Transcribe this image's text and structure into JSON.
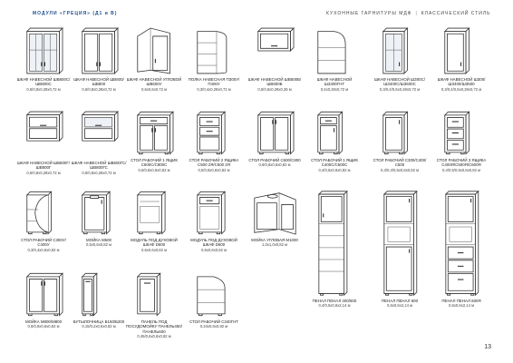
{
  "header": {
    "left_prefix": "МОДУЛИ",
    "left_name": "«ГРЕЦИЯ» (Д1 и В)",
    "right_title": "КУХОННЫЕ ГАРНИТУРЫ МДФ",
    "right_sep": "|",
    "right_style": "КЛАССИЧЕСКИЙ СТИЛЬ"
  },
  "page_number": "13",
  "items": [
    {
      "name": "ШКАФ НАВЕСНОЙ ШВ600С/ШВ800С",
      "dims": "0,6/0,8x0,28x0,72 м",
      "shape": "wall2glass"
    },
    {
      "name": "ШКАФ НАВЕСНОЙ ШВ600/ШВ800",
      "dims": "0,6/0,8x0,28x0,72 м",
      "shape": "wall2"
    },
    {
      "name": "ШКАФ НАВЕСНОЙ УГЛОВОЙ ШВ600У",
      "dims": "0,6x0,6x0,72 м",
      "shape": "wallcorner"
    },
    {
      "name": "ПОЛКА НАВЕСНАЯ ПЗ00У/П400У",
      "dims": "0,3/0,4x0,28x0,72 м",
      "shape": "shelf"
    },
    {
      "name": "ШКАФ НАВЕСНОЙ ШВ500Б/ШВ600Б",
      "dims": "0,5/0,6x0,28x0,36 м",
      "shape": "wallhorizontal"
    },
    {
      "name": "ШКАФ НАВЕСНОЙ ШЗ400ГНТ",
      "dims": "0,4x0,28x0,72 м",
      "shape": "wallround"
    },
    {
      "name": "ШКАФ НАВЕСНОЙ ШЗ00С/ШЗ400С/ШЗ600С",
      "dims": "0,3/0,4/0,6x0,28x0,72 м",
      "shape": "wall1glass"
    },
    {
      "name": "ШКАФ НАВЕСНОЙ ШЗ00/ШЗ400/ШЗ500",
      "dims": "0,3/0,4/0,5x0,28x0,72 м",
      "shape": "wall1"
    },
    {
      "name": "ШКАФ НАВЕСНОЙ ШВ600Г/ШВ800Г",
      "dims": "0,6/0,8x0,28x0,72 м",
      "shape": "wallfold"
    },
    {
      "name": "ШКАФ НАВЕСНОЙ ШВ600ГС/ШВ800ГС",
      "dims": "0,6/0,8x0,28x0,72 м",
      "shape": "wallfoldglass"
    },
    {
      "name": "СТОЛ РАБОЧИЙ 1 ЯЩИК С600С/С800С",
      "dims": "0,6/0,8x0,6x0,82 м",
      "shape": "base2drawer"
    },
    {
      "name": "СТОЛ РАБОЧИЙ 2 ЯЩИКА С500 2Я/С600 2Я",
      "dims": "0,5/0,6x0,6x0,82 м",
      "shape": "base2box"
    },
    {
      "name": "СТОЛ РАБОЧИЙ С600/С800",
      "dims": "0,6/0,8x0,6x0,82 м",
      "shape": "base2door"
    },
    {
      "name": "СТОЛ РАБОЧИЙ 1 ЯЩИК С400С/С500С",
      "dims": "0,4/0,5x0,6x0,82 м",
      "shape": "base1drawer"
    },
    {
      "name": "СТОЛ РАБОЧИЙ С300/С400/С500",
      "dims": "0,3/0,4/0,5x0,6x0,82 м",
      "shape": "base1door"
    },
    {
      "name": "СТОЛ РАБОЧИЙ 3 ЯЩИКА С400Я/С500Я/С600Я",
      "dims": "0,4/0,5/0,6x0,6x0,82 м",
      "shape": "base3drawer"
    },
    {
      "name": "СТОЛ РАБОЧИЙ С300У/С400У",
      "dims": "0,3/0,4x0,6x0,82 м",
      "shape": "baseopen"
    },
    {
      "name": "МОЙКА М500",
      "dims": "0,5x0,6x0,82 м",
      "shape": "sinkopen"
    },
    {
      "name": "МОДУЛЬ ПОД ДУХОВОЙ ШКАФ D600",
      "dims": "0,6x0,6x0,82 м",
      "shape": "ovenbox"
    },
    {
      "name": "МОДУЛЬ ПОД ДУХОВОЙ ШКАФ D600",
      "dims": "0,6x0,6x0,82 м",
      "shape": "ovenbox2"
    },
    {
      "name": "МОЙКА УГЛОВАЯ М1000",
      "dims": "1,0x1,0x0,82 м",
      "shape": "sinkcorner"
    },
    {
      "name": "МОЙКА М800/М800",
      "dims": "0,6/0,8x0,6x0,82 м",
      "shape": "sink2door"
    },
    {
      "name": "БУТЫЛОЧНИЦА Б150/Б200",
      "dims": "0,15/0,2x0,6x0,82 м",
      "shape": "bottle"
    },
    {
      "name": "ПАНЕЛЬ ПОД ПОСУДОМОЙКУ ПАНЕЛЬ450/ПАНЕЛЬ600",
      "dims": "0,45/0,6x0,6x0,82 м",
      "shape": "panel"
    },
    {
      "name": "СТОЛ РАБОЧИЙ С340ГНТ",
      "dims": "0,34x0,6x0,82 м",
      "shape": "baseround"
    },
    {
      "name": "ПЕНАЛ ПЕНАЛ 400/500",
      "dims": "0,4/0,5x0,6x2,14 м",
      "shape": "tallopen"
    },
    {
      "name": "ПЕНАЛ ПЕНАЛ 600",
      "dims": "0,6x0,6x2,14 м",
      "shape": "talloven"
    },
    {
      "name": "ПЕНАЛ ПЕНАЛ 600Я",
      "dims": "0,6x0,6x2,14 м",
      "shape": "tallovendrawer"
    }
  ]
}
